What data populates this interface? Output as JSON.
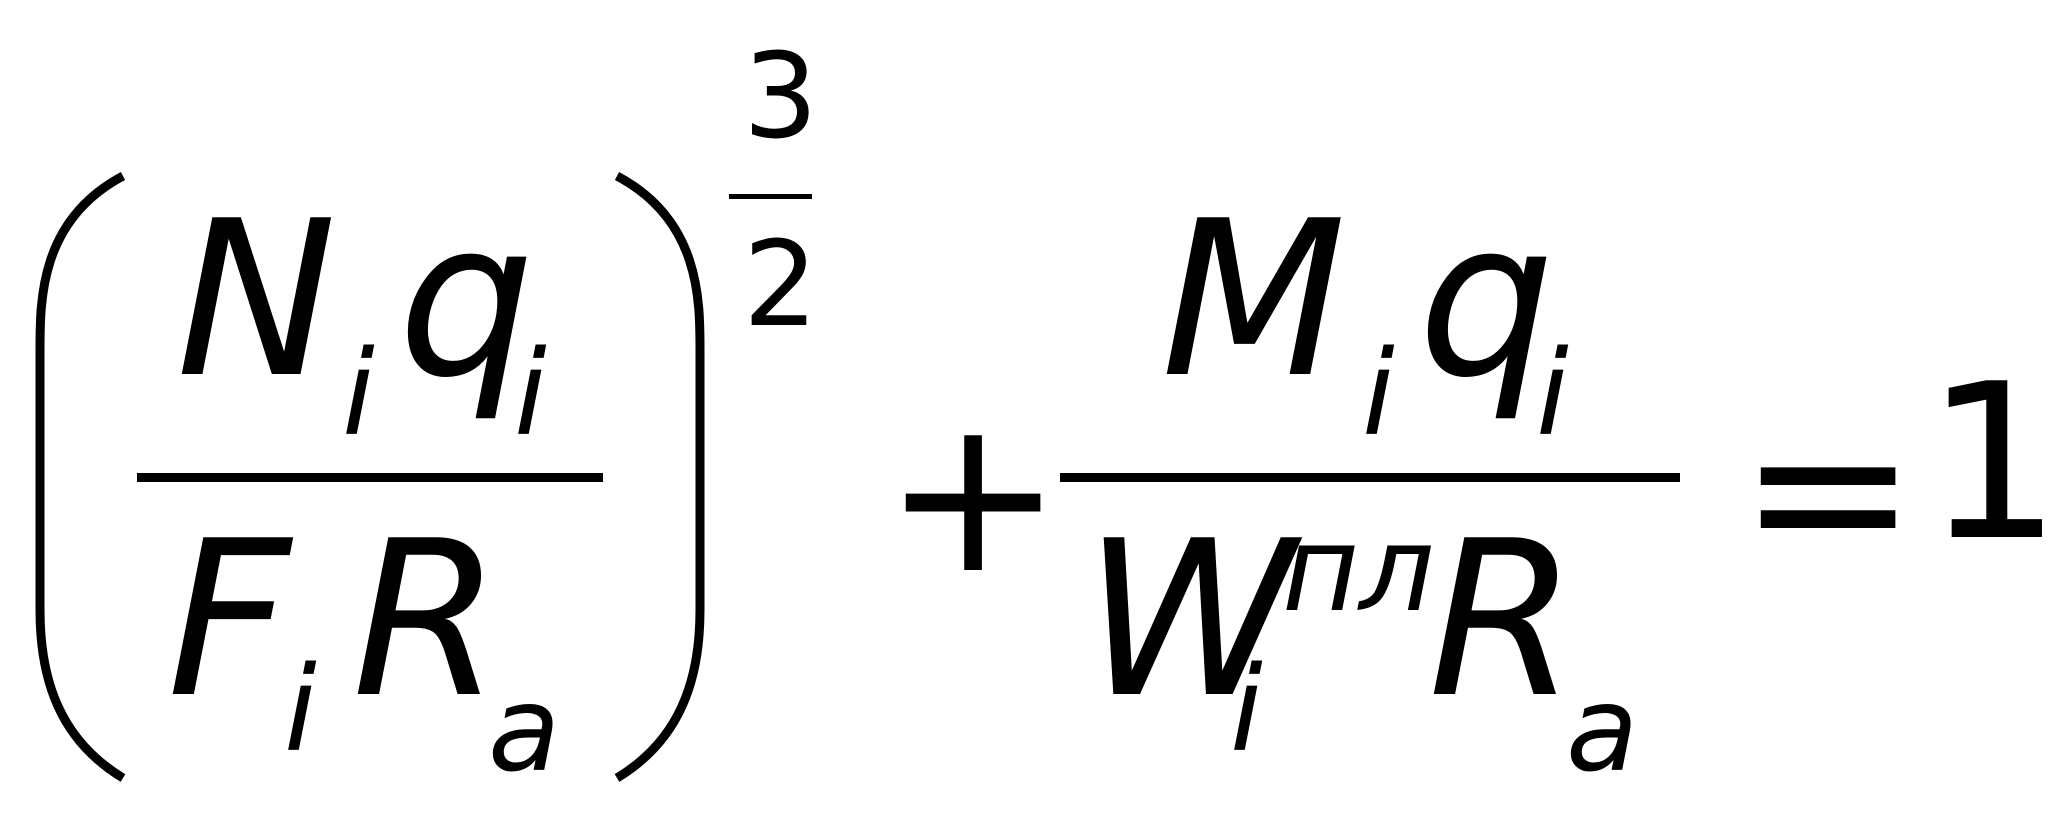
{
  "equation": {
    "left_fraction": {
      "numerator": {
        "var1": "N",
        "sub1": "i",
        "var2": "q",
        "sub2": "i"
      },
      "denominator": {
        "var1": "F",
        "sub1": "i",
        "var2": "R",
        "sub2": "a"
      }
    },
    "exponent": {
      "numerator": "3",
      "denominator": "2"
    },
    "plus": "+",
    "right_fraction": {
      "numerator": {
        "var1": "M",
        "sub1": "i",
        "var2": "q",
        "sub2": "i"
      },
      "denominator": {
        "var1": "W",
        "sub1": "i",
        "sup1": "пл",
        "var2": "R",
        "sub2": "a"
      }
    },
    "equals": "=",
    "rhs": "1"
  }
}
